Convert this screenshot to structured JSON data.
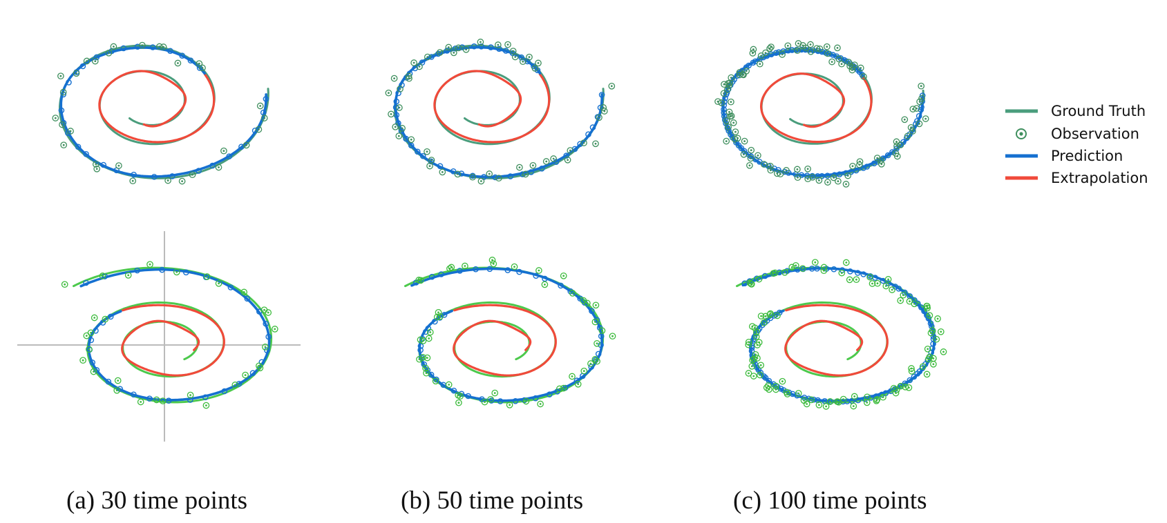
{
  "colors": {
    "ground_truth_top": "#4a9d7c",
    "ground_truth_bottom": "#4cc94c",
    "observation_top": "#3f8f5e",
    "observation_bottom": "#3dbb3d",
    "prediction": "#1570d0",
    "extrapolation": "#f04a3a",
    "axis": "#bbbbbb"
  },
  "legend": {
    "items": [
      {
        "key": "ground_truth",
        "label": "Ground Truth",
        "marker": "line"
      },
      {
        "key": "observation",
        "label": "Observation",
        "marker": "circle"
      },
      {
        "key": "prediction",
        "label": "Prediction",
        "marker": "line"
      },
      {
        "key": "extrapolation",
        "label": "Extrapolation",
        "marker": "line"
      }
    ]
  },
  "captions": [
    "(a) 30 time points",
    "(b) 50 time points",
    "(c) 100 time points"
  ],
  "chart_data": [
    {
      "type": "line",
      "title": "",
      "xlabel": "",
      "ylabel": "",
      "row": "top",
      "column": "a",
      "time_points": 30,
      "axes_visible": false,
      "series": [
        {
          "name": "Ground Truth"
        },
        {
          "name": "Observation"
        },
        {
          "name": "Prediction"
        },
        {
          "name": "Extrapolation"
        }
      ]
    },
    {
      "type": "line",
      "title": "",
      "xlabel": "",
      "ylabel": "",
      "row": "top",
      "column": "b",
      "time_points": 50,
      "axes_visible": false,
      "series": [
        {
          "name": "Ground Truth"
        },
        {
          "name": "Observation"
        },
        {
          "name": "Prediction"
        },
        {
          "name": "Extrapolation"
        }
      ]
    },
    {
      "type": "line",
      "title": "",
      "xlabel": "",
      "ylabel": "",
      "row": "top",
      "column": "c",
      "time_points": 100,
      "axes_visible": false,
      "series": [
        {
          "name": "Ground Truth"
        },
        {
          "name": "Observation"
        },
        {
          "name": "Prediction"
        },
        {
          "name": "Extrapolation"
        }
      ]
    },
    {
      "type": "line",
      "title": "",
      "xlabel": "",
      "ylabel": "",
      "row": "bottom",
      "column": "a",
      "time_points": 30,
      "axes_visible": true,
      "series": [
        {
          "name": "Ground Truth"
        },
        {
          "name": "Observation"
        },
        {
          "name": "Prediction"
        },
        {
          "name": "Extrapolation"
        }
      ]
    },
    {
      "type": "line",
      "title": "",
      "xlabel": "",
      "ylabel": "",
      "row": "bottom",
      "column": "b",
      "time_points": 50,
      "axes_visible": false,
      "series": [
        {
          "name": "Ground Truth"
        },
        {
          "name": "Observation"
        },
        {
          "name": "Prediction"
        },
        {
          "name": "Extrapolation"
        }
      ]
    },
    {
      "type": "line",
      "title": "",
      "xlabel": "",
      "ylabel": "",
      "row": "bottom",
      "column": "c",
      "time_points": 100,
      "axes_visible": false,
      "series": [
        {
          "name": "Ground Truth"
        },
        {
          "name": "Observation"
        },
        {
          "name": "Prediction"
        },
        {
          "name": "Extrapolation"
        }
      ]
    }
  ]
}
